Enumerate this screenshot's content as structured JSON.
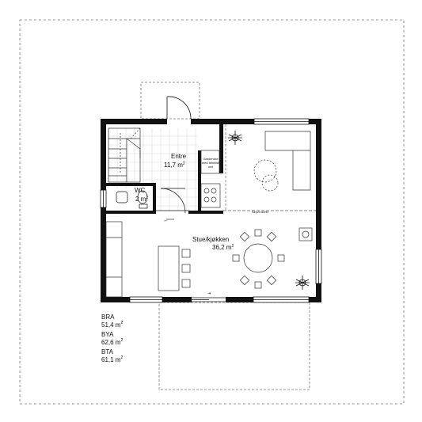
{
  "rooms": {
    "entre": {
      "name": "Entre",
      "area": "11,7 m"
    },
    "wc": {
      "name": "WC",
      "area": "2 m"
    },
    "stue": {
      "name": "Stue/kjøkken",
      "area": "36,2 m"
    },
    "garderobe": {
      "line1": "Garderobe",
      "line2": "med tekniisk",
      "line3": "unit"
    },
    "skyvedorer": "Skyvd dorer"
  },
  "area_unit_exp": "2",
  "stats": [
    {
      "key": "BRA",
      "value": "51,4 m"
    },
    {
      "key": "BYA",
      "value": "62,6 m"
    },
    {
      "key": "BTA",
      "value": "61,1 m"
    }
  ],
  "colors": {
    "wall": "#111111",
    "dash": "#555555",
    "tile": "#d9d9d9"
  }
}
